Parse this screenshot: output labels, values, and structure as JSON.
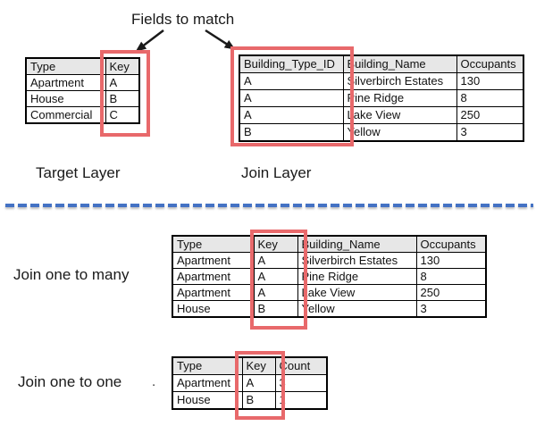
{
  "colors": {
    "highlight_red": "#e8696b",
    "divider_blue": "#4472c4",
    "header_gray": "#e7e7e7",
    "table_border": "#000000",
    "arrow_black": "#1a1a1a"
  },
  "annotations": {
    "fields_to_match": "Fields to match",
    "target_layer": "Target Layer",
    "join_layer": "Join Layer",
    "join_one_to_many": "Join one to many",
    "join_one_to_one": "Join one to one",
    "stray_dot": "."
  },
  "tables": {
    "target": {
      "headers": [
        "Type",
        "Key"
      ],
      "rows": [
        [
          "Apartment",
          "A"
        ],
        [
          "House",
          "B"
        ],
        [
          "Commercial",
          "C"
        ]
      ]
    },
    "join": {
      "headers": [
        "Building_Type_ID",
        "Building_Name",
        "Occupants"
      ],
      "rows": [
        [
          "A",
          "Silverbirch Estates",
          "130"
        ],
        [
          "A",
          "Pine Ridge",
          "8"
        ],
        [
          "A",
          "Lake View",
          "250"
        ],
        [
          "B",
          "Yellow",
          "3"
        ]
      ]
    },
    "one_to_many": {
      "headers": [
        "Type",
        "Key",
        "Building_Name",
        "Occupants"
      ],
      "rows": [
        [
          "Apartment",
          "A",
          "Silverbirch Estates",
          "130"
        ],
        [
          "Apartment",
          "A",
          "Pine Ridge",
          "8"
        ],
        [
          "Apartment",
          "A",
          "Lake View",
          "250"
        ],
        [
          "House",
          "B",
          "Yellow",
          "3"
        ]
      ]
    },
    "one_to_one": {
      "headers": [
        "Type",
        "Key",
        "Count"
      ],
      "rows": [
        [
          "Apartment",
          "A",
          "3"
        ],
        [
          "House",
          "B",
          "1"
        ]
      ]
    }
  }
}
